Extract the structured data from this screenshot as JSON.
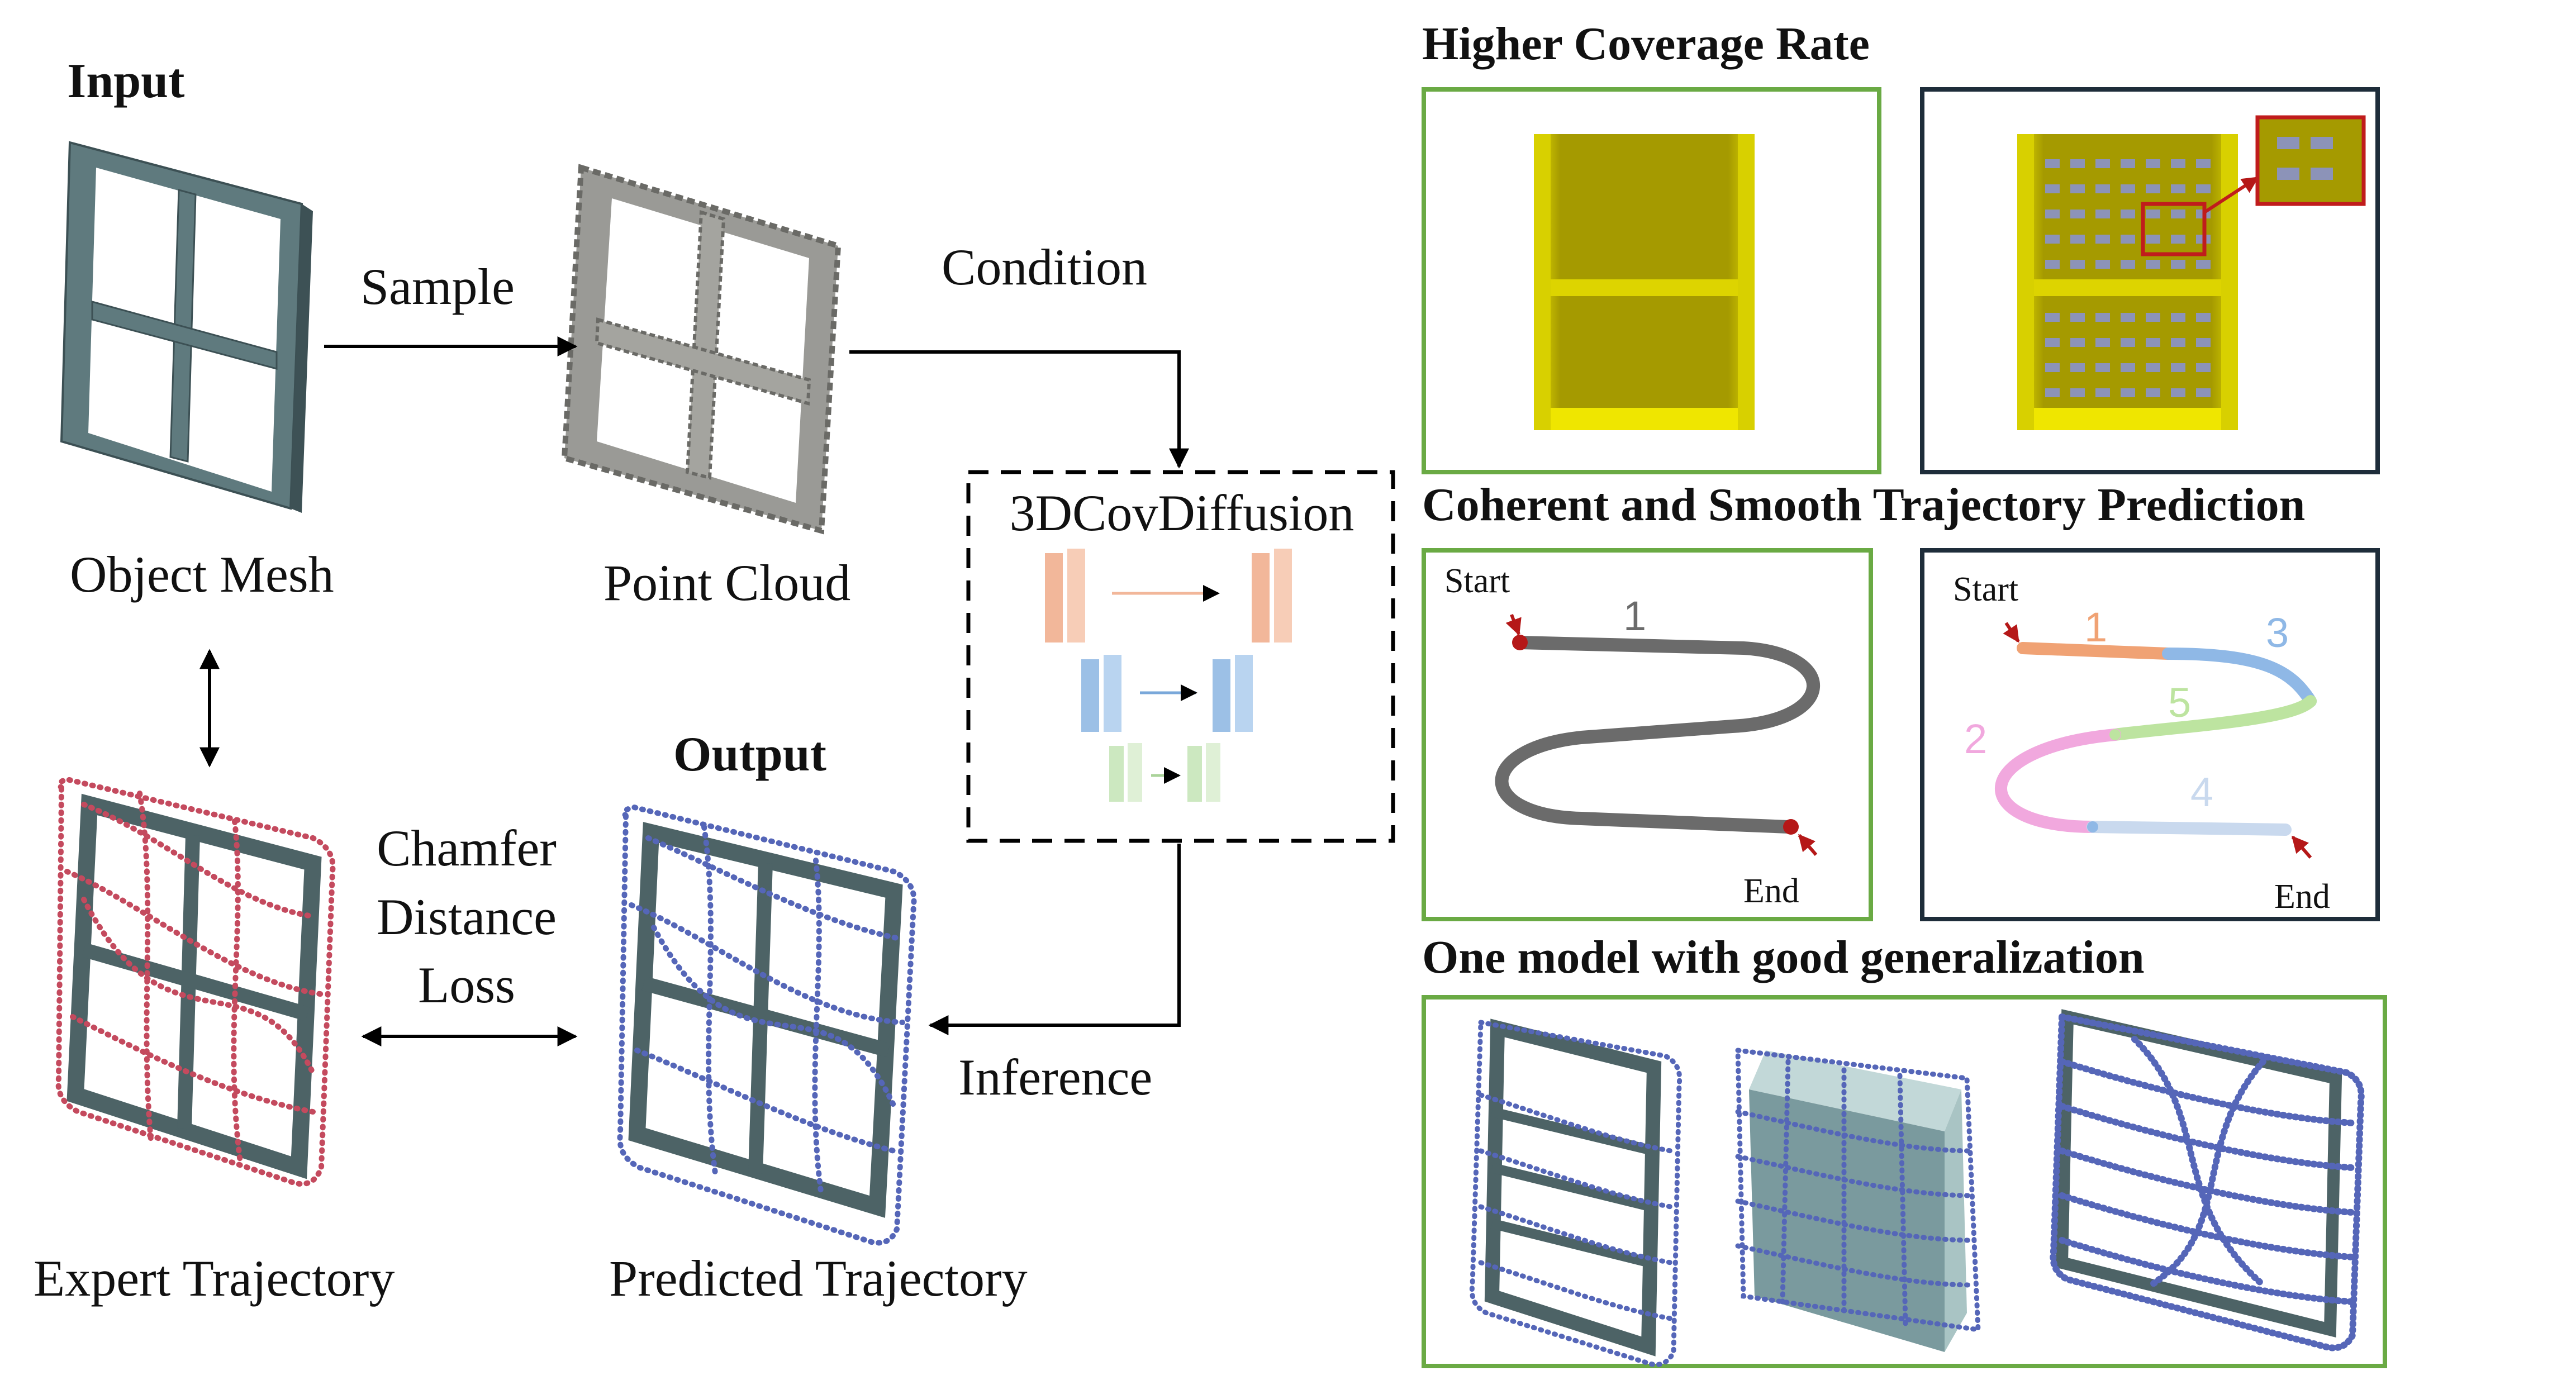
{
  "input_heading": "Input",
  "output_heading": "Output",
  "labels": {
    "object_mesh": "Object Mesh",
    "point_cloud": "Point Cloud",
    "expert_trajectory": "Expert Trajectory",
    "predicted_trajectory": "Predicted Trajectory"
  },
  "arrows": {
    "sample": "Sample",
    "condition": "Condition",
    "inference": "Inference",
    "loss_line1": "Chamfer",
    "loss_line2": "Distance",
    "loss_line3": "Loss"
  },
  "model_name": "3DCovDiffusion",
  "right": {
    "coverage_title": "Higher Coverage Rate",
    "trajectory_title": "Coherent and Smooth Trajectory Prediction",
    "generalization_title": "One model with good generalization",
    "start": "Start",
    "end": "End",
    "single_segment": "1",
    "segments": [
      "1",
      "2",
      "3",
      "4",
      "5"
    ]
  },
  "colors": {
    "frame": "#4d6366",
    "expert_points": "#c44a5e",
    "predicted_points": "#5566b8",
    "green_border": "#6aaa44",
    "dark_border": "#1e2d3a",
    "shelf": "#c9c300",
    "unet_orange": "#f2b79a",
    "unet_blue": "#9cc0e6",
    "unet_green": "#cce8c0",
    "seg1": "#f0a274",
    "seg2": "#f1a8de",
    "seg3": "#8fb8e6",
    "seg4": "#c9d9ee",
    "seg5": "#bde4a0",
    "marker": "#b51818"
  }
}
